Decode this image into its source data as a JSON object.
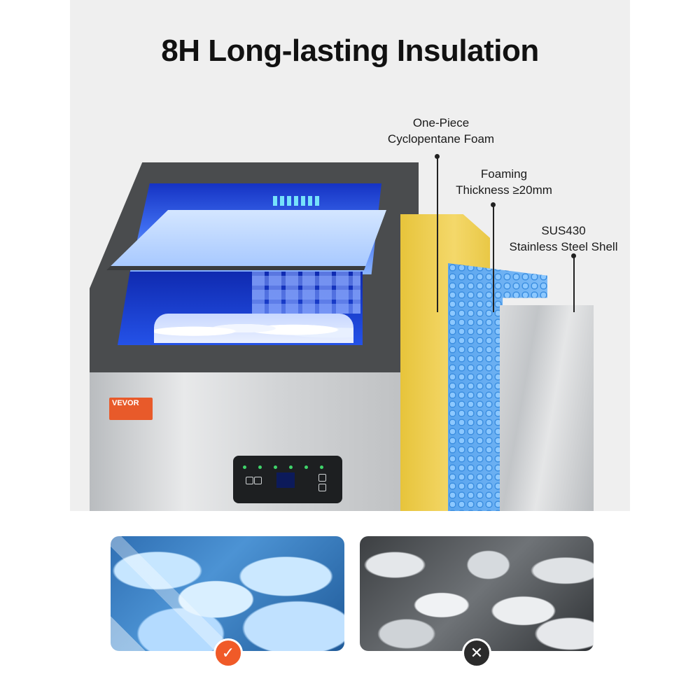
{
  "title": "8H Long-lasting Insulation",
  "callouts": {
    "foam": {
      "line1": "One-Piece",
      "line2": "Cyclopentane Foam"
    },
    "thickness": {
      "line1": "Foaming",
      "line2": "Thickness ≥20mm"
    },
    "shell": {
      "line1": "SUS430",
      "line2": "Stainless Steel Shell"
    }
  },
  "product": {
    "brand": "VEVOR"
  },
  "comparison": {
    "good_icon": "checkmark-icon",
    "good_glyph": "✓",
    "bad_icon": "cross-icon",
    "bad_glyph": "✕"
  },
  "colors": {
    "accent_orange": "#f05a28",
    "foam_yellow": "#f4d86a",
    "foam_blue": "#5aa5ee",
    "machine_dark": "#4a4c4e"
  }
}
